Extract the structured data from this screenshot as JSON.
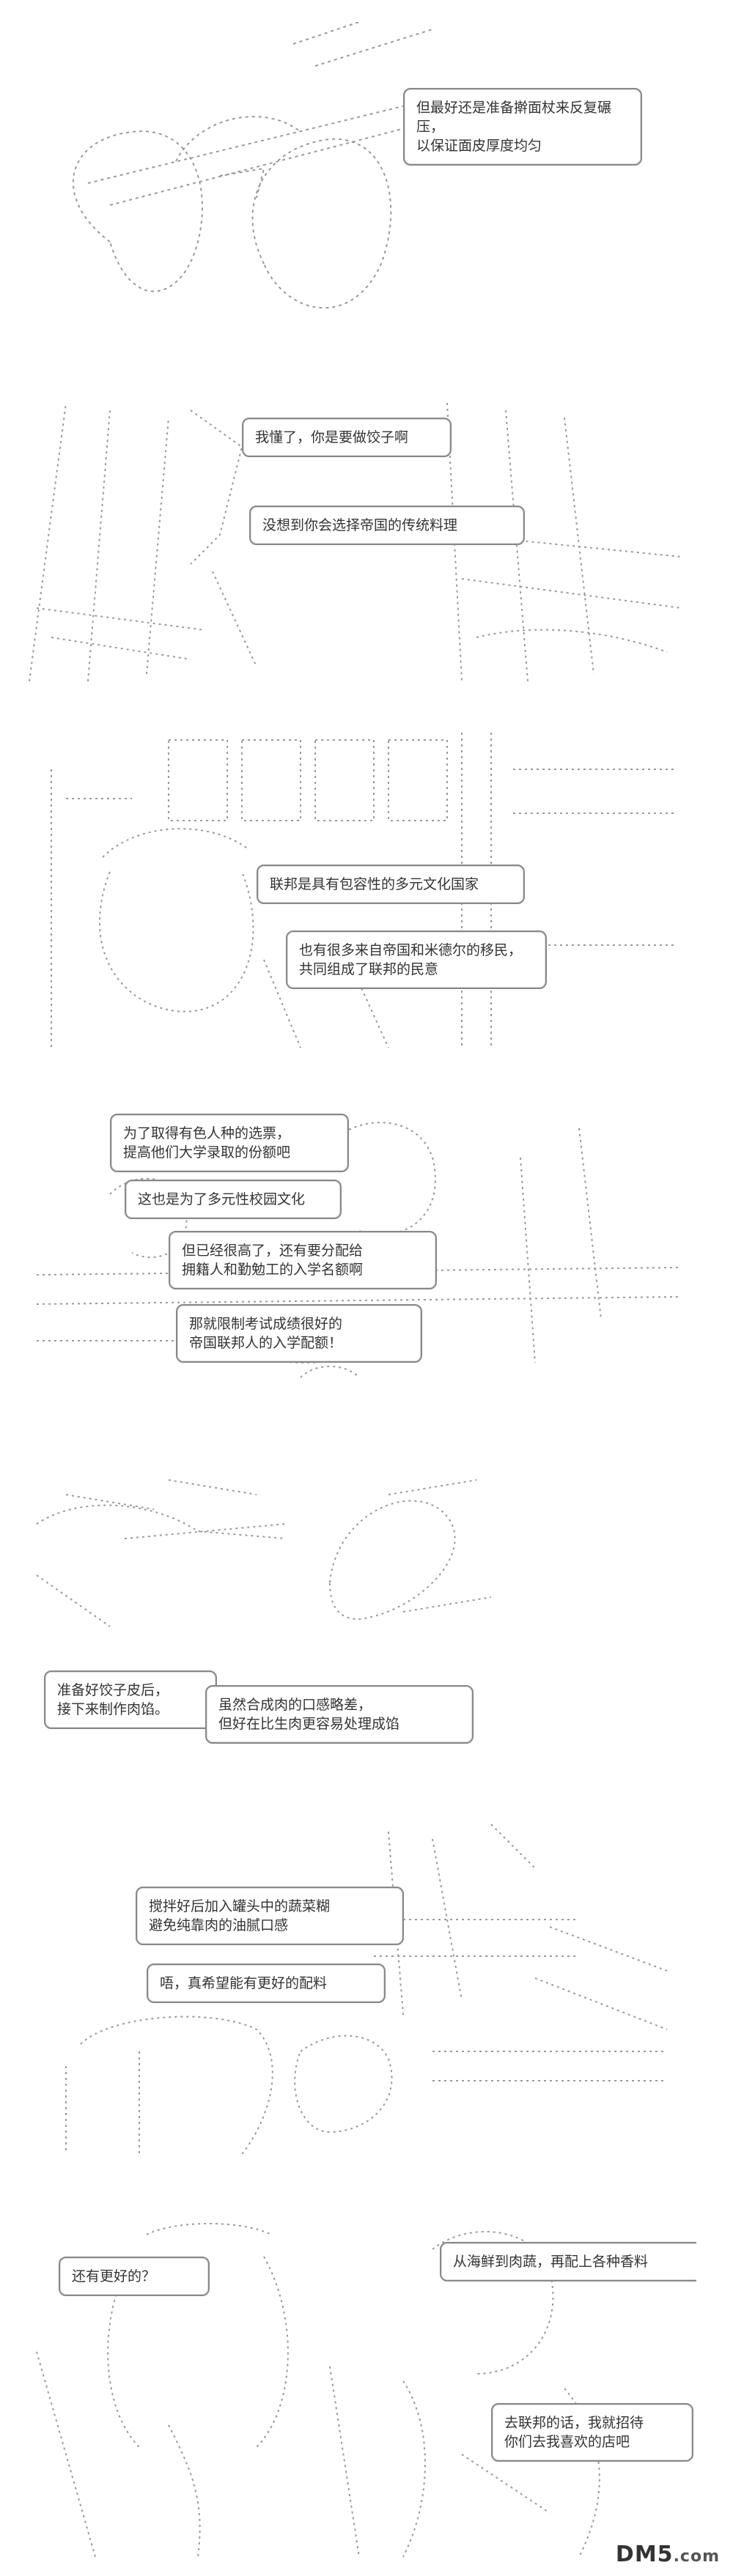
{
  "panels": [
    {
      "bubbles": [
        "但最好还是准备擀面杖来反复碾压，\n以保证面皮厚度均匀"
      ]
    },
    {
      "bubbles": [
        "我懂了，你是要做饺子啊",
        "没想到你会选择帝国的传统料理"
      ]
    },
    {
      "bubbles": [
        "联邦是具有包容性的多元文化国家",
        "也有很多来自帝国和米德尔的移民，\n共同组成了联邦的民意"
      ]
    },
    {
      "bubbles": [
        "为了取得有色人种的选票，\n提高他们大学录取的份额吧",
        "这也是为了多元性校园文化",
        "但已经很高了，还有要分配给\n拥籍人和勤勉工的入学名额啊",
        "那就限制考试成绩很好的\n帝国联邦人的入学配额！"
      ]
    },
    {
      "bubbles": [
        "准备好饺子皮后，\n接下来制作肉馅。",
        "虽然合成肉的口感略差，\n但好在比生肉更容易处理成馅"
      ]
    },
    {
      "bubbles": [
        "搅拌好后加入罐头中的蔬菜糊\n避免纯靠肉的油腻口感",
        "唔，真希望能有更好的配料"
      ]
    },
    {
      "bubbles": [
        "还有更好的？",
        "从海鲜到肉蔬，再配上各种香料",
        "去联邦的话，我就招待\n你们去我喜欢的店吧"
      ]
    }
  ],
  "watermark": {
    "brand": "DM5",
    "domain": ".com"
  }
}
